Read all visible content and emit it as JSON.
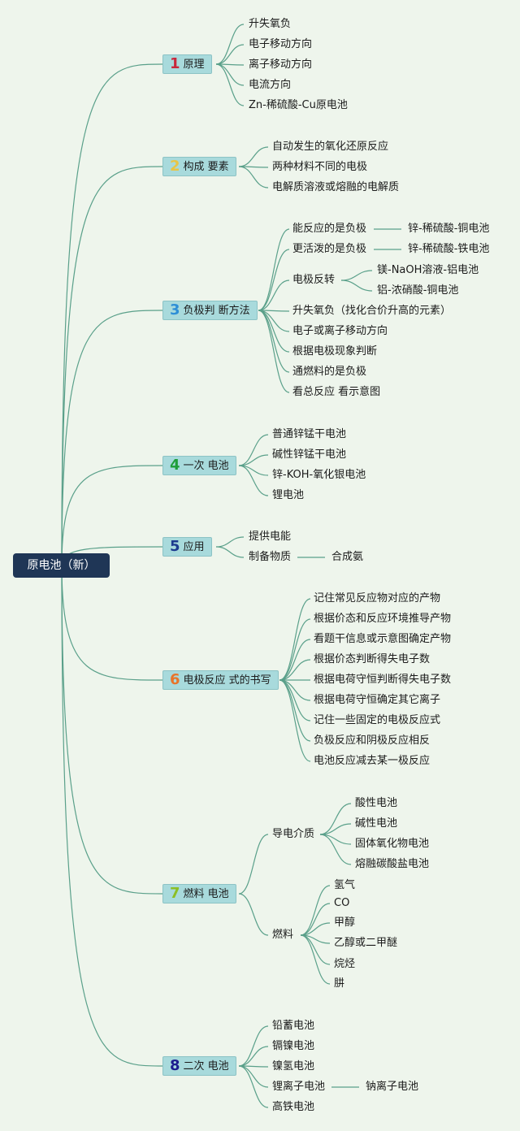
{
  "root": {
    "label": "原电池（新）"
  },
  "branches": [
    {
      "num": "1",
      "num_color": "#c8283c",
      "label": "原理",
      "children": [
        "升失氧负",
        "电子移动方向",
        "离子移动方向",
        "电流方向",
        "Zn-稀硫酸-Cu原电池"
      ]
    },
    {
      "num": "2",
      "num_color": "#e8c547",
      "label": "构成 要素",
      "children": [
        "自动发生的氧化还原反应",
        "两种材料不同的电极",
        "电解质溶液或熔融的电解质"
      ]
    },
    {
      "num": "3",
      "num_color": "#2e8fd6",
      "label": "负极判 断方法",
      "children": [
        "能反应的是负极",
        "更活泼的是负极",
        "电极反转",
        "升失氧负（找化合价升高的元素）",
        "电子或离子移动方向",
        "根据电极现象判断",
        "通燃料的是负极",
        "看总反应 看示意图"
      ],
      "sub": {
        "reactive_example": "锌-稀硫酸-铜电池",
        "active_example": "锌-稀硫酸-铁电池",
        "reversal": [
          "镁-NaOH溶液-铝电池",
          "铝-浓硝酸-铜电池"
        ]
      }
    },
    {
      "num": "4",
      "num_color": "#1f9e3a",
      "label": "一次 电池",
      "children": [
        "普通锌锰干电池",
        "碱性锌锰干电池",
        "锌-KOH-氧化银电池",
        "锂电池"
      ]
    },
    {
      "num": "5",
      "num_color": "#1d3b8f",
      "label": "应用",
      "children": [
        "提供电能",
        "制备物质"
      ],
      "sub": {
        "product": "合成氨"
      }
    },
    {
      "num": "6",
      "num_color": "#e8742a",
      "label": "电极反应 式的书写",
      "children": [
        "记住常见反应物对应的产物",
        "根据价态和反应环境推导产物",
        "看题干信息或示意图确定产物",
        "根据价态判断得失电子数",
        "根据电荷守恒判断得失电子数",
        "根据电荷守恒确定其它离子",
        "记住一些固定的电极反应式",
        "负极反应和阴极反应相反",
        "电池反应减去某一极反应"
      ]
    },
    {
      "num": "7",
      "num_color": "#8cbf26",
      "label": "燃料 电池",
      "children": [
        "导电介质",
        "燃料"
      ],
      "sub": {
        "media": [
          "酸性电池",
          "碱性电池",
          "固体氧化物电池",
          "熔融碳酸盐电池"
        ],
        "fuels": [
          "氢气",
          "CO",
          "甲醇",
          "乙醇或二甲醚",
          "烷烃",
          "肼"
        ]
      }
    },
    {
      "num": "8",
      "num_color": "#1d1d8f",
      "label": "二次 电池",
      "children": [
        "铅蓄电池",
        "镉镍电池",
        "镍氢电池",
        "锂离子电池",
        "高铁电池"
      ],
      "sub": {
        "sodium": "钠离子电池"
      }
    }
  ]
}
